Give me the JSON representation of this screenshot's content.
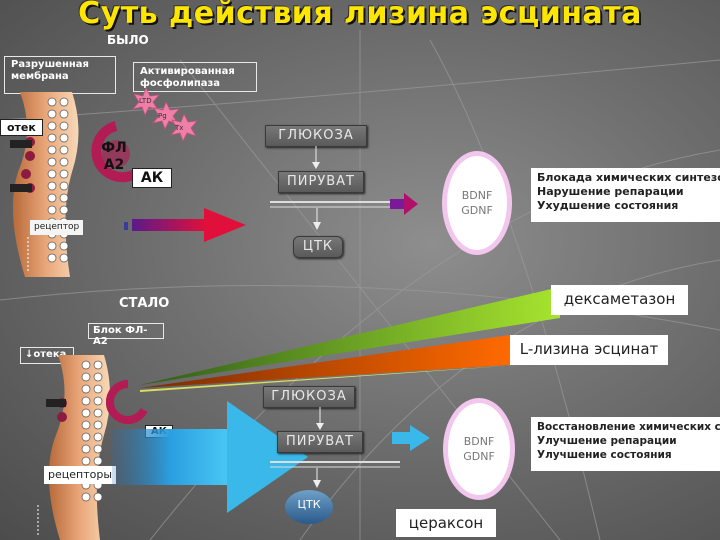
{
  "title": "Суть действия лизина эсцината",
  "top": {
    "label": "БЫЛО",
    "membrane": "Разрушенная мембрана",
    "phospholipase": "Активированная фосфолипаза",
    "edema": "отек",
    "pla2": "ФЛ А2",
    "ak": "АК",
    "receptor": "рецептор",
    "glucose": "ГЛЮКОЗА",
    "pyruvate": "ПИРУВАТ",
    "tca": "ЦТК",
    "neurotrophins": "BDNF GDNF",
    "effects": [
      "Блокада химических синтезов",
      "Нарушение репарации",
      "Ухудшение состояния"
    ],
    "mediators": [
      "LTD",
      "Pg",
      "Tx"
    ]
  },
  "bottom": {
    "label": "СТАЛО",
    "block": "Блок ФЛ-А2",
    "edema": "↓отека",
    "ak": "АК",
    "receptors": "рецепторы",
    "glucose": "ГЛЮКОЗА",
    "pyruvate": "ПИРУВАТ",
    "tca": "ЦТК",
    "neurotrophins": "BDNF GDNF",
    "effects": [
      "Восстановление химических синтезов",
      "Улучшение репарации",
      "Улучшение состояния"
    ]
  },
  "drugs": {
    "dexamethasone": "дексаметазон",
    "escin": "L-лизина эсцинат",
    "ceraxon": "цераксон"
  },
  "colors": {
    "title": "#ffe600",
    "arrow_red": "#e0103a",
    "arrow_purple": "#7a1a9a",
    "wedge_green": "#9be027",
    "wedge_orange": "#ff6a00",
    "arrow_cyan": "#3ab8ea",
    "mediator_pink": "#ef7fa6",
    "neuro_ring": "#f3c6ee"
  }
}
